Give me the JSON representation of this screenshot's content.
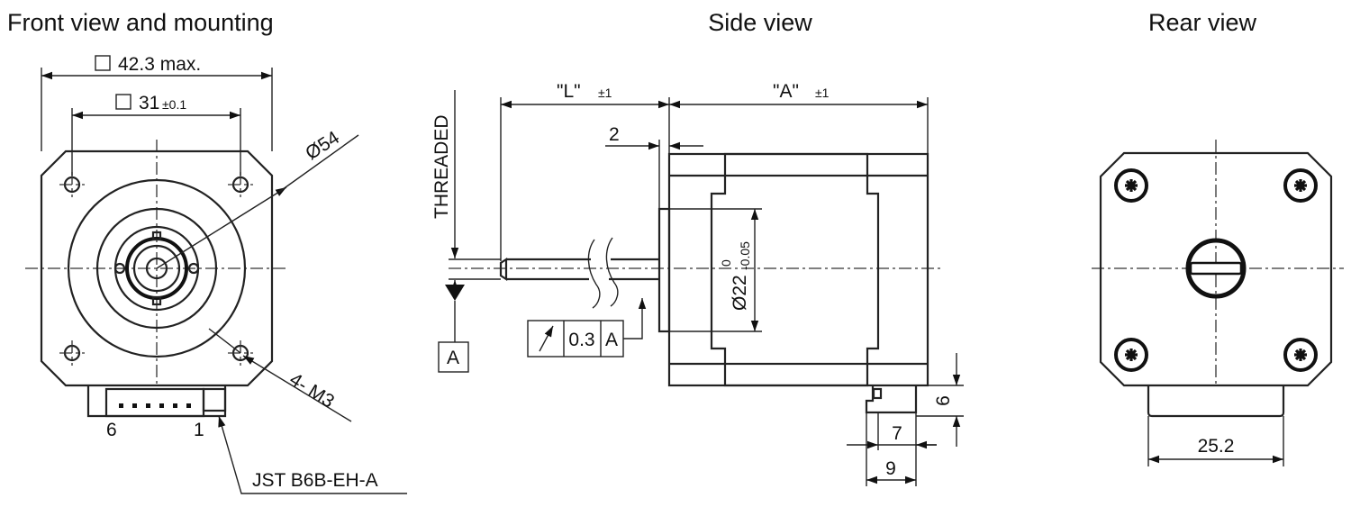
{
  "views": {
    "front": {
      "title": "Front view and mounting",
      "body_width": "42.3 max.",
      "hole_pitch": "31",
      "hole_pitch_tol": "±0.1",
      "flange_diameter": "Ø54",
      "mount_holes": "4- M3",
      "pin_left": "6",
      "pin_right": "1",
      "connector": "JST B6B-EH-A"
    },
    "side": {
      "title": "Side view",
      "shaft_length": "\"L\"",
      "shaft_length_tol": "±1",
      "body_length": "\"A\"",
      "body_length_tol": "±1",
      "boss_height": "2",
      "threaded_label": "THREADED",
      "datum": "A",
      "runout_value": "0.3",
      "runout_datum": "A",
      "boss_diameter": "Ø22",
      "boss_tol_upper": "0",
      "boss_tol_lower": "-0.05",
      "conn_height": "6",
      "conn_depth_inner": "7",
      "conn_depth_outer": "9"
    },
    "rear": {
      "title": "Rear view",
      "connector_width": "25.2"
    }
  },
  "colors": {
    "line": "#222222",
    "background": "#ffffff"
  }
}
